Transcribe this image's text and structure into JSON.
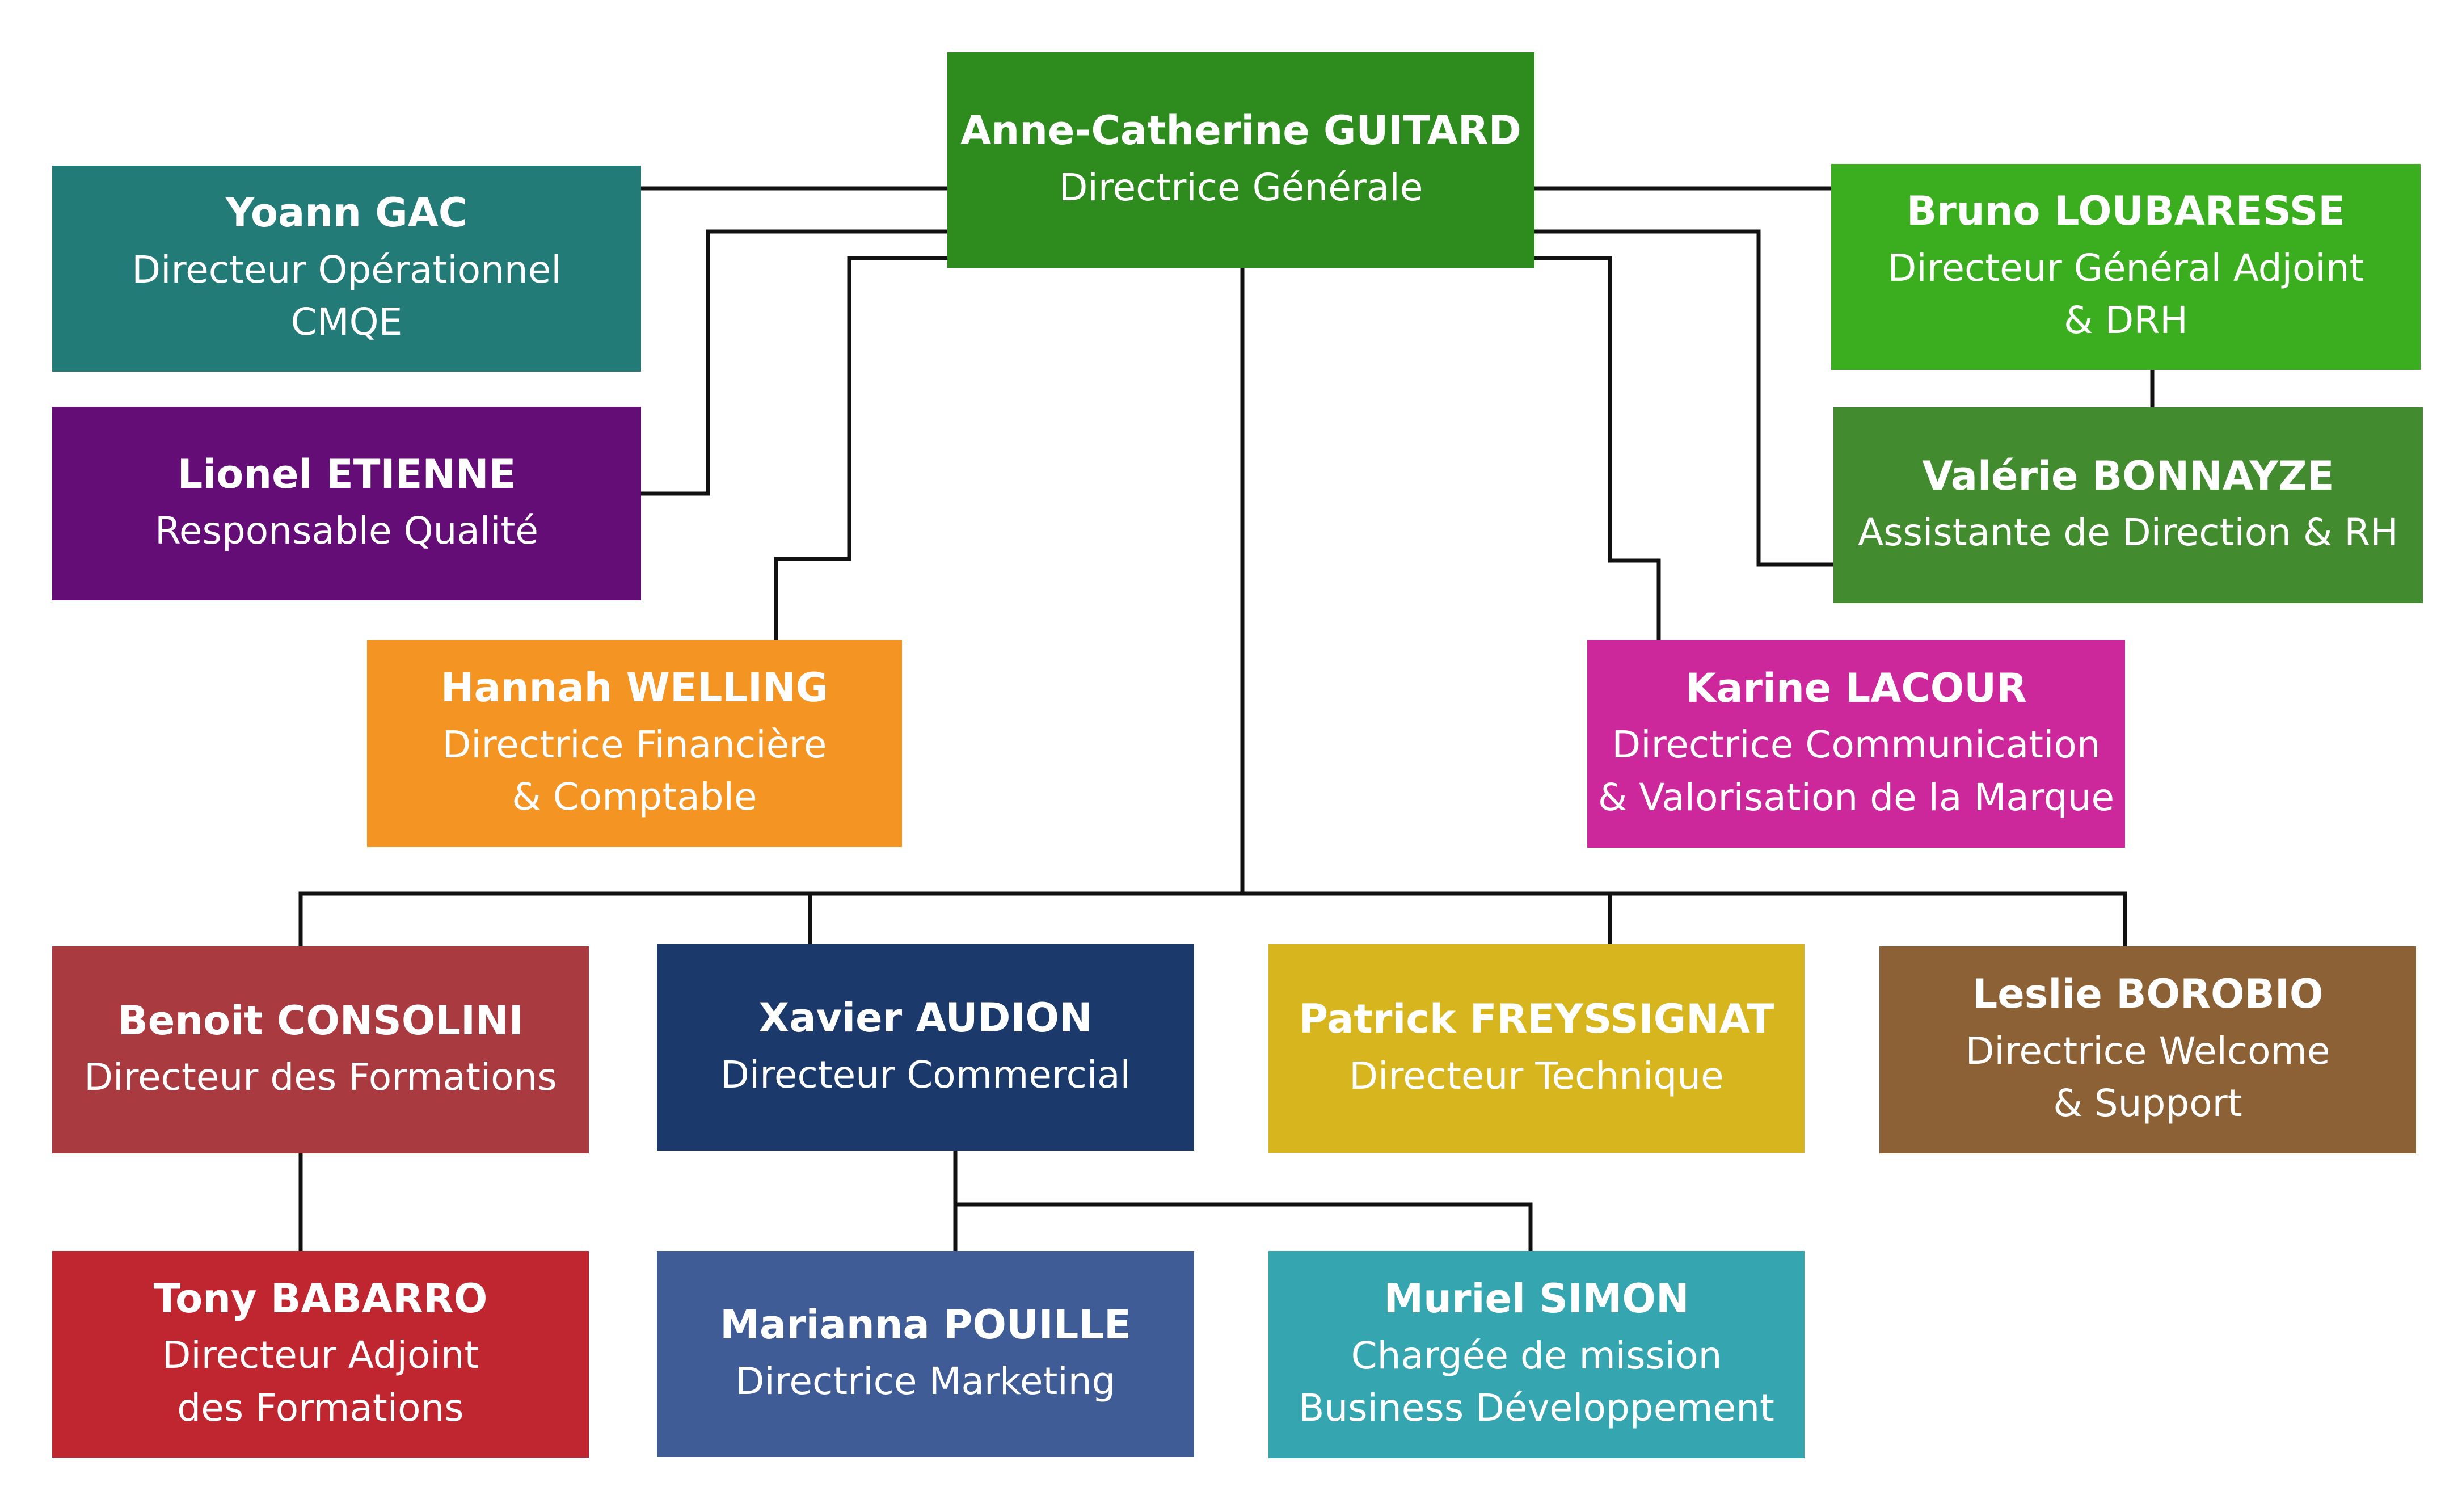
{
  "nodes": {
    "dg": {
      "name": "Anne-Catherine GUITARD",
      "roles": [
        "Directrice Générale"
      ],
      "color": "#2e8b1e"
    },
    "gac": {
      "name": "Yoann GAC",
      "roles": [
        "Directeur Opérationnel",
        "CMQE"
      ],
      "color": "#237b78"
    },
    "etienne": {
      "name": "Lionel ETIENNE",
      "roles": [
        "Responsable Qualité"
      ],
      "color": "#650d76"
    },
    "welling": {
      "name": "Hannah WELLING",
      "roles": [
        "Directrice Financière",
        "& Comptable"
      ],
      "color": "#f39423"
    },
    "loubaresse": {
      "name": "Bruno LOUBARESSE",
      "roles": [
        "Directeur Général Adjoint",
        "& DRH"
      ],
      "color": "#3aae1e"
    },
    "bonnayze": {
      "name": "Valérie BONNAYZE",
      "roles": [
        "Assistante de Direction & RH"
      ],
      "color": "#428b2f"
    },
    "lacour": {
      "name": "Karine LACOUR",
      "roles": [
        "Directrice Communication",
        "& Valorisation de la Marque"
      ],
      "color": "#cc279b"
    },
    "consolini": {
      "name": "Benoit CONSOLINI",
      "roles": [
        "Directeur des Formations"
      ],
      "color": "#a83a40"
    },
    "audion": {
      "name": "Xavier AUDION",
      "roles": [
        "Directeur Commercial"
      ],
      "color": "#1c396b"
    },
    "freyssignat": {
      "name": "Patrick FREYSSIGNAT",
      "roles": [
        "Directeur Technique"
      ],
      "color": "#d7b51e"
    },
    "borobio": {
      "name": "Leslie BOROBIO",
      "roles": [
        "Directrice Welcome",
        "& Support"
      ],
      "color": "#8c6135"
    },
    "babarro": {
      "name": "Tony BABARRO",
      "roles": [
        "Directeur Adjoint",
        "des Formations"
      ],
      "color": "#c02630"
    },
    "pouille": {
      "name": "Marianna POUILLE",
      "roles": [
        "Directrice Marketing"
      ],
      "color": "#3f5c96"
    },
    "simon": {
      "name": "Muriel SIMON",
      "roles": [
        "Chargée de mission",
        "Business Développement"
      ],
      "color": "#35a6b0"
    }
  },
  "connector_color": "#111111"
}
